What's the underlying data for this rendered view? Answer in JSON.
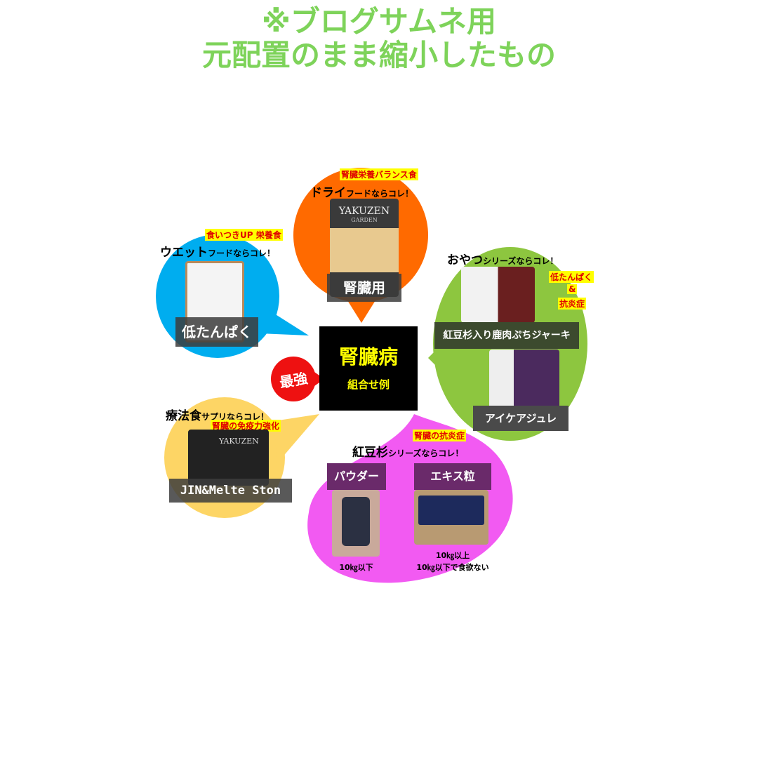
{
  "title": {
    "line1": "※ブログサムネ用",
    "line2": "元配置のまま縮小したもの"
  },
  "center": {
    "main": "腎臓病",
    "sub": "組合せ例",
    "badge": "最強"
  },
  "dry": {
    "tag": "腎臓栄養バランス食",
    "head_big": "ドライ",
    "head_small": "フードならコレ！",
    "label": "腎臓用",
    "brand": "YAKUZEN",
    "brand_sub": "GARDEN"
  },
  "wet": {
    "tag": "食いつきUP 栄養食",
    "head_big": "ウエット",
    "head_small": "フードならコレ！",
    "label": "低たんぱく"
  },
  "snack": {
    "head_big": "おやつ",
    "head_small": "シリーズならコレ！",
    "tag1": "低たんぱく",
    "tag2": "&",
    "tag3": "抗炎症",
    "label1": "紅豆杉入り鹿肉ぷちジャーキ",
    "label2": "アイケアジュレ"
  },
  "supp": {
    "head_big": "療法食",
    "head_small": "サプリならコレ！",
    "tag": "腎臓の免疫力強化",
    "label": "JIN&Melte Ston",
    "brand": "YAKUZEN"
  },
  "koutou": {
    "tag": "腎臓の抗炎症",
    "head_big": "紅豆杉",
    "head_small": "シリーズならコレ！",
    "powder": "パウダー",
    "extract": "エキス粒",
    "note_powder": "10㎏以下",
    "note_extract1": "10㎏以上",
    "note_extract2": "10㎏以下で食欲ない"
  },
  "colors": {
    "blue": "#00adef",
    "orange": "#ff6a00",
    "green": "#8dc63f",
    "yellow": "#fdd565",
    "pink": "#f25af2",
    "title": "#7ed35a"
  }
}
